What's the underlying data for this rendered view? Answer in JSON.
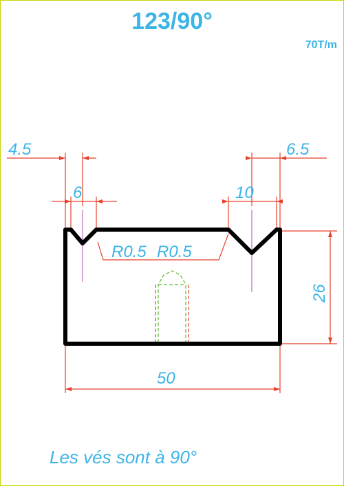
{
  "header": {
    "title": "123/90°",
    "capacity": "70T/m"
  },
  "dimensions": {
    "left_offset": "4.5",
    "left_v_width": "6",
    "right_v_width": "10",
    "right_offset": "6.5",
    "radius_left": "R0.5",
    "radius_right": "R0.5",
    "height": "26",
    "width": "50"
  },
  "footer": {
    "note": "Les vés sont à 90°"
  },
  "colors": {
    "frame": "#c8d400",
    "text": "#3cb4e6",
    "dimension_line": "#e8402a",
    "outline": "#000000",
    "axis": "#b04fb0",
    "hidden": "#5cb82e"
  }
}
